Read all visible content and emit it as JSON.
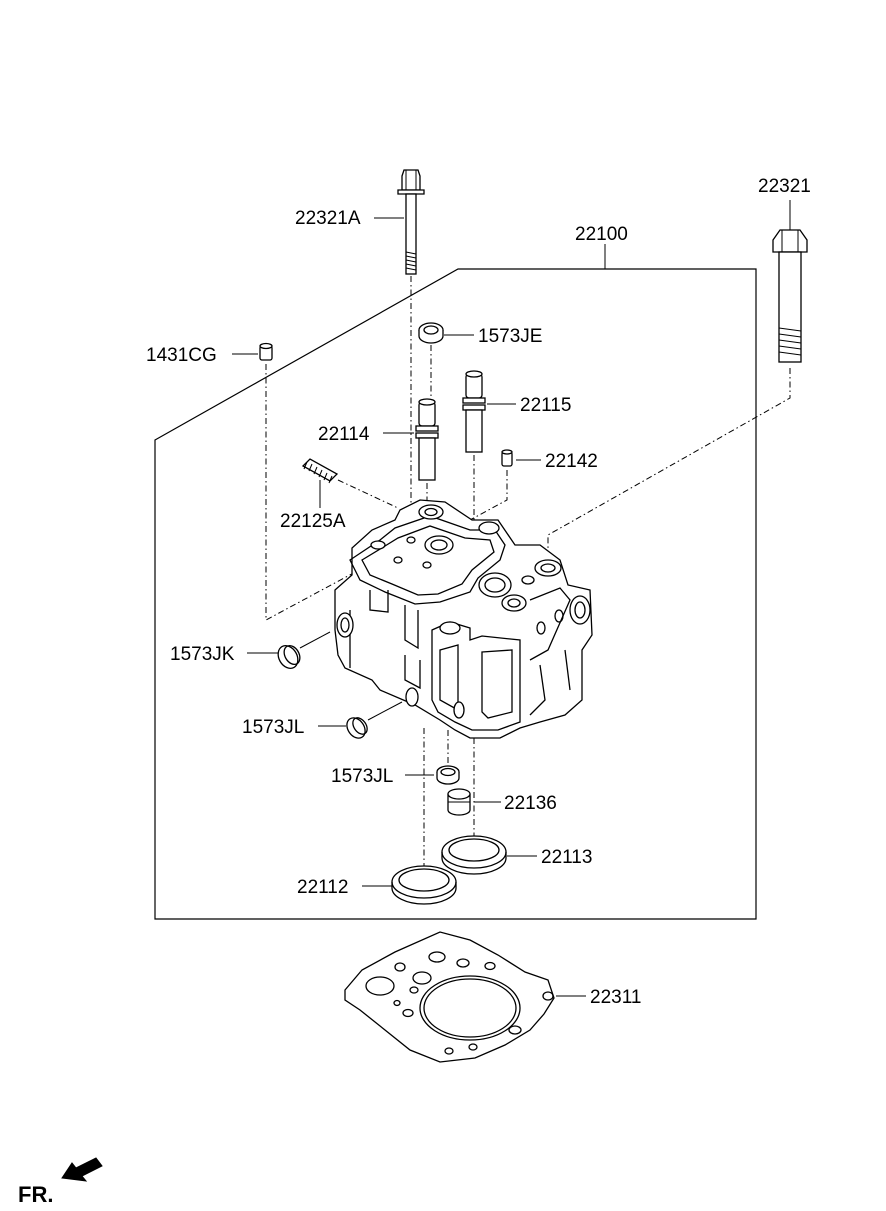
{
  "labels": {
    "p22321A": "22321A",
    "p22321": "22321",
    "p22100": "22100",
    "p1573JE": "1573JE",
    "p1431CG": "1431CG",
    "p22115": "22115",
    "p22114": "22114",
    "p22142": "22142",
    "p22125A": "22125A",
    "p1573JK": "1573JK",
    "p1573JL_a": "1573JL",
    "p1573JL_b": "1573JL",
    "p22136": "22136",
    "p22113": "22113",
    "p22112": "22112",
    "p22311": "22311"
  },
  "direction": {
    "label": "FR.",
    "arrow_icon": "front-direction-arrow-icon"
  }
}
